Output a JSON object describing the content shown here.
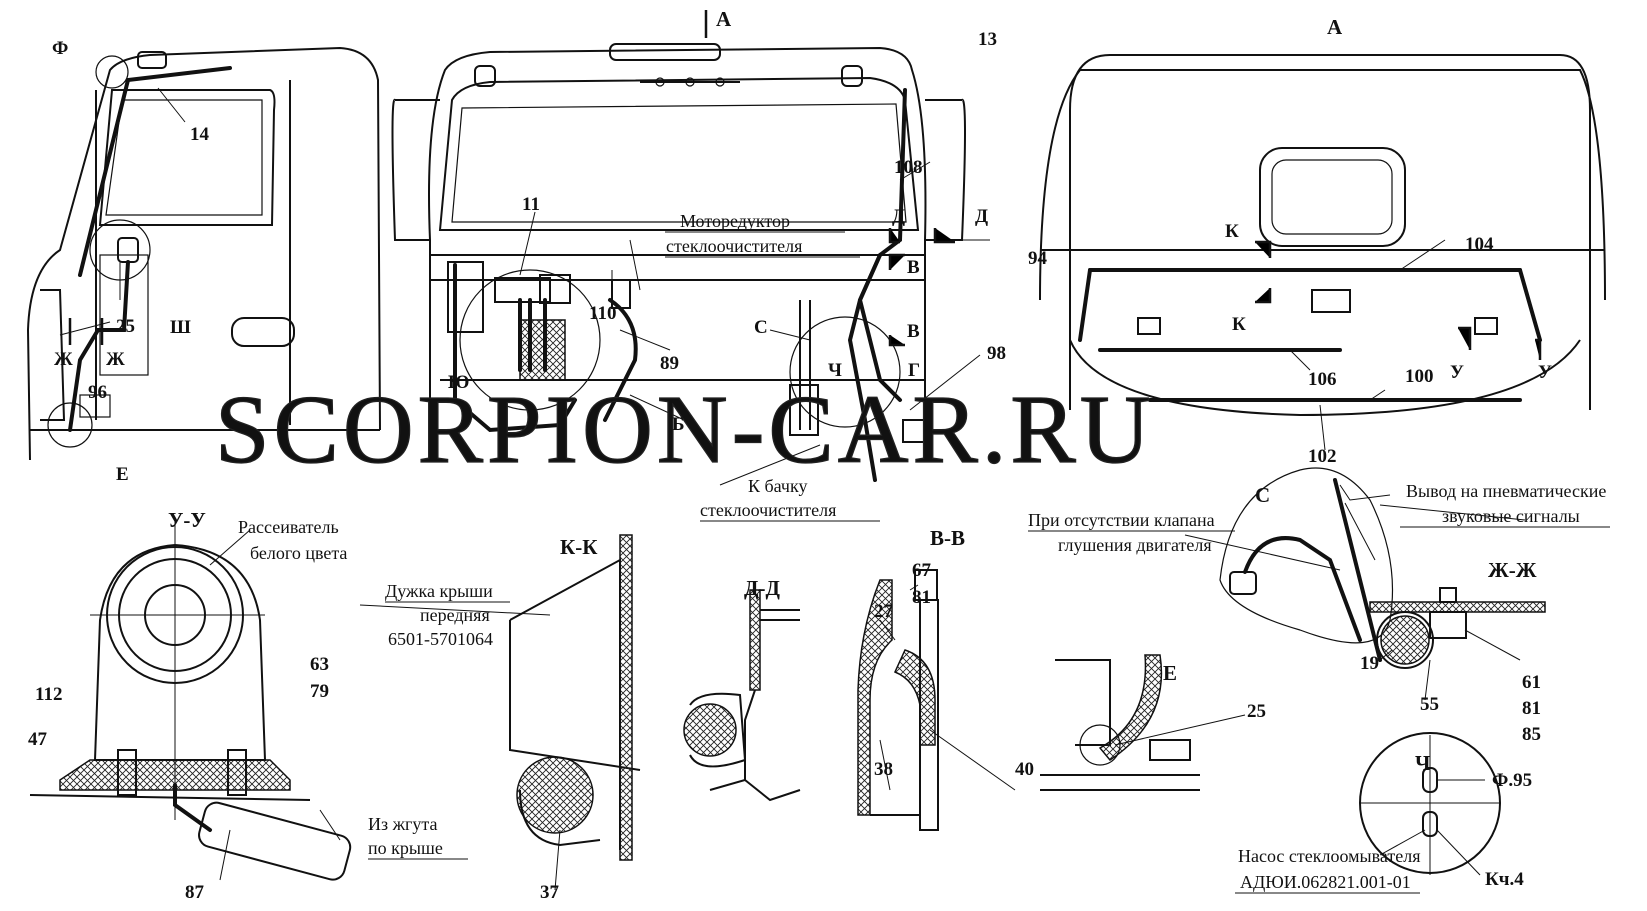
{
  "watermark": "SCORPION-CAR.RU",
  "views": {
    "arrow_a": "А",
    "view_a": "А",
    "section_uu": "У-У",
    "section_kk": "К-К",
    "section_dd": "Д-Д",
    "section_vv": "В-В",
    "section_zhzh": "Ж-Ж",
    "detail_e": "Е",
    "detail_ch": "Ч",
    "detail_c": "С"
  },
  "letters": {
    "f": "Ф",
    "sh": "Ш",
    "zh1": "Ж",
    "zh2": "Ж",
    "e": "Е",
    "yu": "Ю",
    "b": "Б",
    "c": "С",
    "ch": "Ч",
    "g": "Г",
    "v1": "В",
    "v2": "В",
    "d1": "Д",
    "d2": "Д",
    "k1": "К",
    "k2": "К",
    "u1": "У",
    "u2": "У"
  },
  "numbers": {
    "n14": "14",
    "n25": "25",
    "n96": "96",
    "n11": "11",
    "n110": "110",
    "n89": "89",
    "n13": "13",
    "n108": "108",
    "n94": "94",
    "n98": "98",
    "n104": "104",
    "n106": "106",
    "n100": "100",
    "n102": "102",
    "n112": "112",
    "n47": "47",
    "n63": "63",
    "n79": "79",
    "n87": "87",
    "n37": "37",
    "n67": "67",
    "n81a": "81",
    "n27": "27",
    "n38": "38",
    "n40": "40",
    "n25b": "25",
    "n19": "19",
    "n55": "55",
    "n61": "61",
    "n81b": "81",
    "n85": "85",
    "f95": "Ф.95",
    "kch4": "Кч.4"
  },
  "notes": {
    "motor_1": "Моторедуктор",
    "motor_2": "стеклоочистителя",
    "tank_1": "К бачку",
    "tank_2": "стеклоочистителя",
    "diffuser_1": "Рассеиватель",
    "diffuser_2": "белого цвета",
    "roof_1": "Дужка крыши",
    "roof_2": "передняя",
    "roof_3": "6501-5701064",
    "harness_1": "Из жгута",
    "harness_2": "по крыше",
    "valve_1": "При отсутствии клапана",
    "valve_2": "глушения двигателя",
    "pneumo_1": "Вывод на пневматические",
    "pneumo_2": "звуковые сигналы",
    "pump_1": "Насос стеклоомывателя",
    "pump_2": "АДЮИ.062821.001-01"
  }
}
